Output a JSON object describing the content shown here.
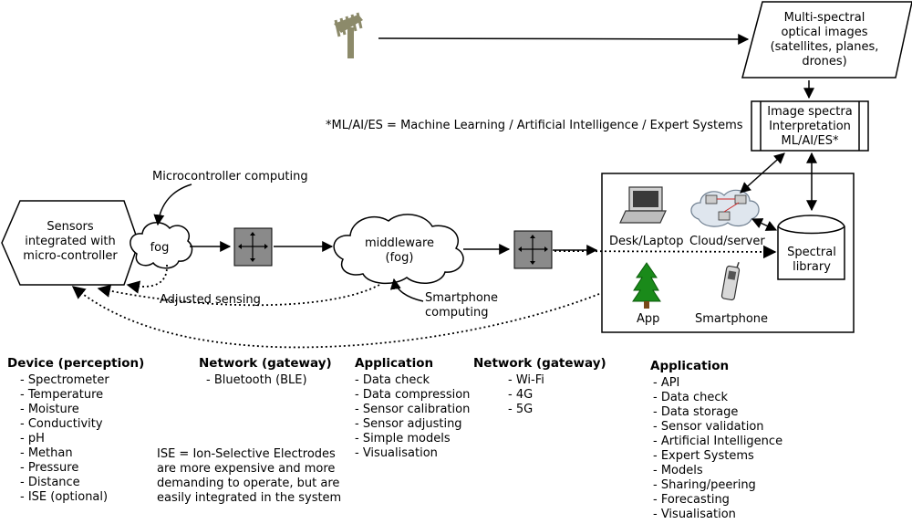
{
  "diagram": {
    "satellite_image": "Multi-spectral optical images (satellites, planes, drones)",
    "satellite_lines": [
      "Multi-spectral",
      "optical images",
      "(satellites, planes,",
      "drones)"
    ],
    "interpretation_lines": [
      "Image spectra",
      "Interpretation",
      "ML/AI/ES*"
    ],
    "footnote": "*ML/AI/ES = Machine Learning / Artificial Intelligence / Expert Systems",
    "sensors_lines": [
      "Sensors",
      "integrated with",
      "micro-controller"
    ],
    "fog": "fog",
    "microcontroller_computing": "Microcontroller computing",
    "middleware_lines": [
      "middleware",
      "(fog)"
    ],
    "adjusted_sensing": "Adjusted sensing",
    "smartphone_computing_lines": [
      "Smartphone",
      "computing"
    ],
    "desk_laptop": "Desk/Laptop",
    "cloud_server": "Cloud/server",
    "spectral_library_lines": [
      "Spectral",
      "library"
    ],
    "app": "App",
    "smartphone": "Smartphone",
    "icons": [
      "antenna-icon",
      "router-icon",
      "laptop-icon",
      "cloud-server-icon",
      "tree-app-icon",
      "mobile-phone-icon"
    ],
    "colors": {
      "router": "#8a8a8a",
      "antenna": "#8c8a6a",
      "tree": "#1a8a1a",
      "cloud": "#dfe6ee"
    }
  },
  "columns": [
    {
      "header": "Device (perception)",
      "items": [
        "- Spectrometer",
        "- Temperature",
        "- Moisture",
        "- Conductivity",
        "- pH",
        "- Methan",
        "- Pressure",
        "- Distance",
        "- ISE (optional)"
      ]
    },
    {
      "header": "Network (gateway)",
      "items": [
        "- Bluetooth (BLE)"
      ]
    },
    {
      "header": "Application",
      "items": [
        "- Data check",
        "- Data compression",
        "- Sensor calibration",
        "- Sensor adjusting",
        "- Simple models",
        "- Visualisation"
      ]
    },
    {
      "header": "Network (gateway)",
      "items": [
        "- Wi-Fi",
        "- 4G",
        "- 5G"
      ]
    },
    {
      "header": "Application",
      "items": [
        "- API",
        "- Data check",
        "- Data storage",
        "- Sensor validation",
        "- Artificial Intelligence",
        "- Expert Systems",
        "- Models",
        "- Sharing/peering",
        "- Forecasting",
        "- Visualisation"
      ]
    }
  ],
  "ise_note_lines": [
    "ISE = Ion-Selective Electrodes",
    "are more expensive and more",
    "demanding to operate, but are",
    "easily integrated in the system"
  ]
}
